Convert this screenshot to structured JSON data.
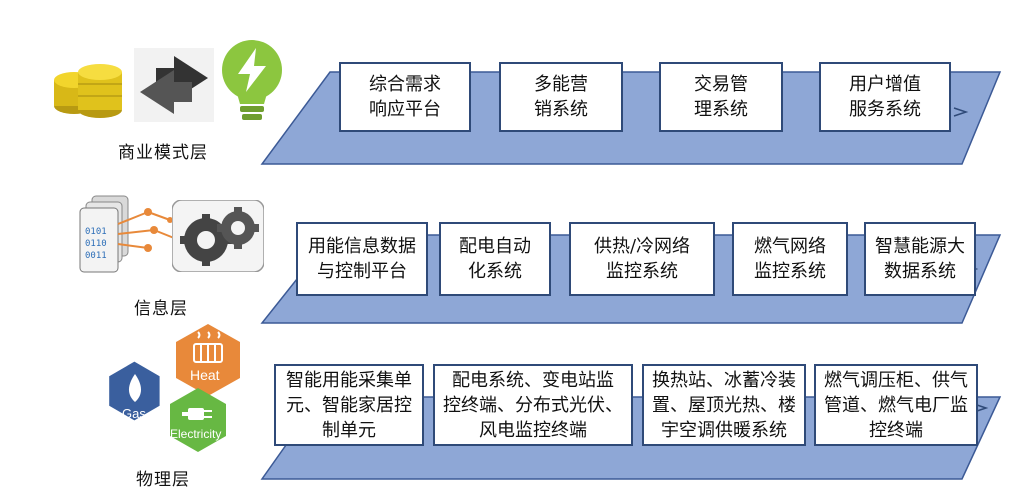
{
  "layers": {
    "business": {
      "label": "商业模式层",
      "boxes": [
        "综合需求\n响应平台",
        "多能营\n销系统",
        "交易管\n理系统",
        "用户增值\n服务系统"
      ]
    },
    "information": {
      "label": "信息层",
      "boxes": [
        "用能信息数据\n与控制平台",
        "配电自动\n化系统",
        "供热/冷网络\n监控系统",
        "燃气网络\n监控系统",
        "智慧能源大\n数据系统"
      ]
    },
    "physical": {
      "label": "物理层",
      "boxes": [
        "智能用能采集单\n元、智能家居控\n制单元",
        "配电系统、变电站监\n控终端、分布式光伏、\n风电监控终端",
        "换热站、冰蓄冷装\n置、屋顶光热、楼\n宇空调供暖系统",
        "燃气调压柜、供气\n管道、燃气电厂监\n控终端"
      ]
    }
  },
  "icon_text": {
    "binary": [
      "0101",
      "0110",
      "0011"
    ],
    "heat": "Heat",
    "gas": "Gas",
    "electricity": "Electricity"
  },
  "colors": {
    "platform_fill": "#8ea7d6",
    "platform_stroke": "#3c5a96",
    "box_border": "#2f4a78"
  }
}
